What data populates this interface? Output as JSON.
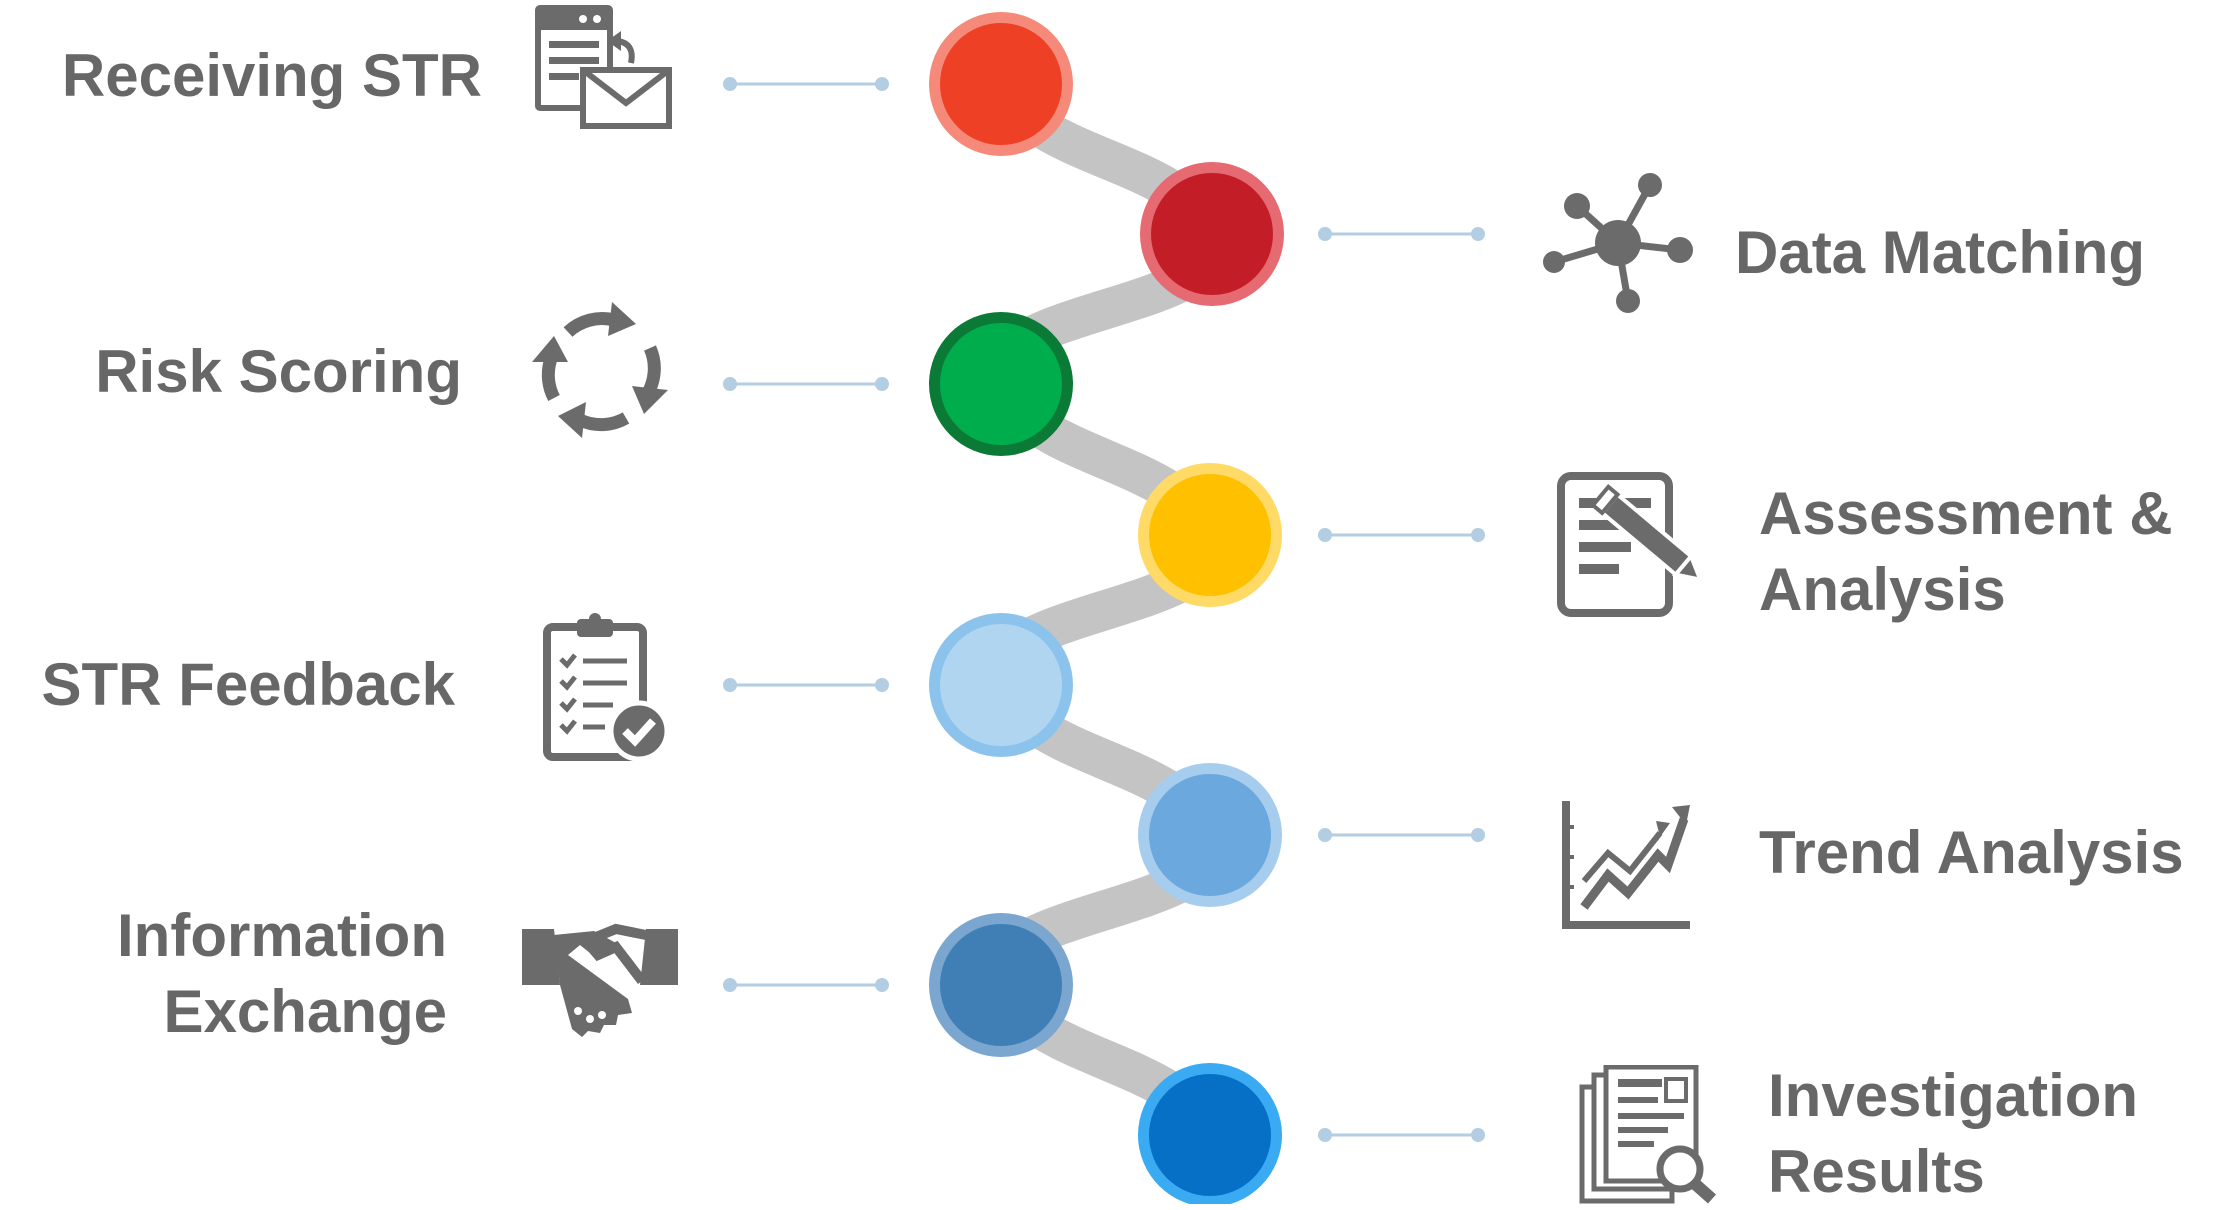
{
  "steps": [
    {
      "label_lines": [
        "Receiving STR"
      ],
      "side": "left",
      "icon": "mail-document-icon",
      "color": "#ee4025",
      "ring": "#f58a7a"
    },
    {
      "label_lines": [
        "Data Matching"
      ],
      "side": "right",
      "icon": "network-nodes-icon",
      "color": "#c31e27",
      "ring": "#e56a72"
    },
    {
      "label_lines": [
        "Risk Scoring"
      ],
      "side": "left",
      "icon": "refresh-cycle-icon",
      "color": "#00ad4c",
      "ring": "#0b7a36"
    },
    {
      "label_lines": [
        "Assessment &",
        "Analysis"
      ],
      "side": "right",
      "icon": "document-pencil-icon",
      "color": "#ffc000",
      "ring": "#ffda66"
    },
    {
      "label_lines": [
        "STR Feedback"
      ],
      "side": "left",
      "icon": "clipboard-check-icon",
      "color": "#afd5f1",
      "ring": "#8cc3ec"
    },
    {
      "label_lines": [
        "Trend Analysis"
      ],
      "side": "right",
      "icon": "trend-chart-icon",
      "color": "#6ba8dd",
      "ring": "#a6ccee"
    },
    {
      "label_lines": [
        "Information",
        "Exchange"
      ],
      "side": "left",
      "icon": "handshake-icon",
      "color": "#3f7fb5",
      "ring": "#7aa6cf"
    },
    {
      "label_lines": [
        "Investigation",
        "Results"
      ],
      "side": "right",
      "icon": "document-search-icon",
      "color": "#0670c7",
      "ring": "#3aabf3"
    }
  ],
  "palette": {
    "text": "#676767",
    "icon": "#6b6b6b",
    "connector": "#c4c4c4",
    "leader": "#b3cde3"
  }
}
